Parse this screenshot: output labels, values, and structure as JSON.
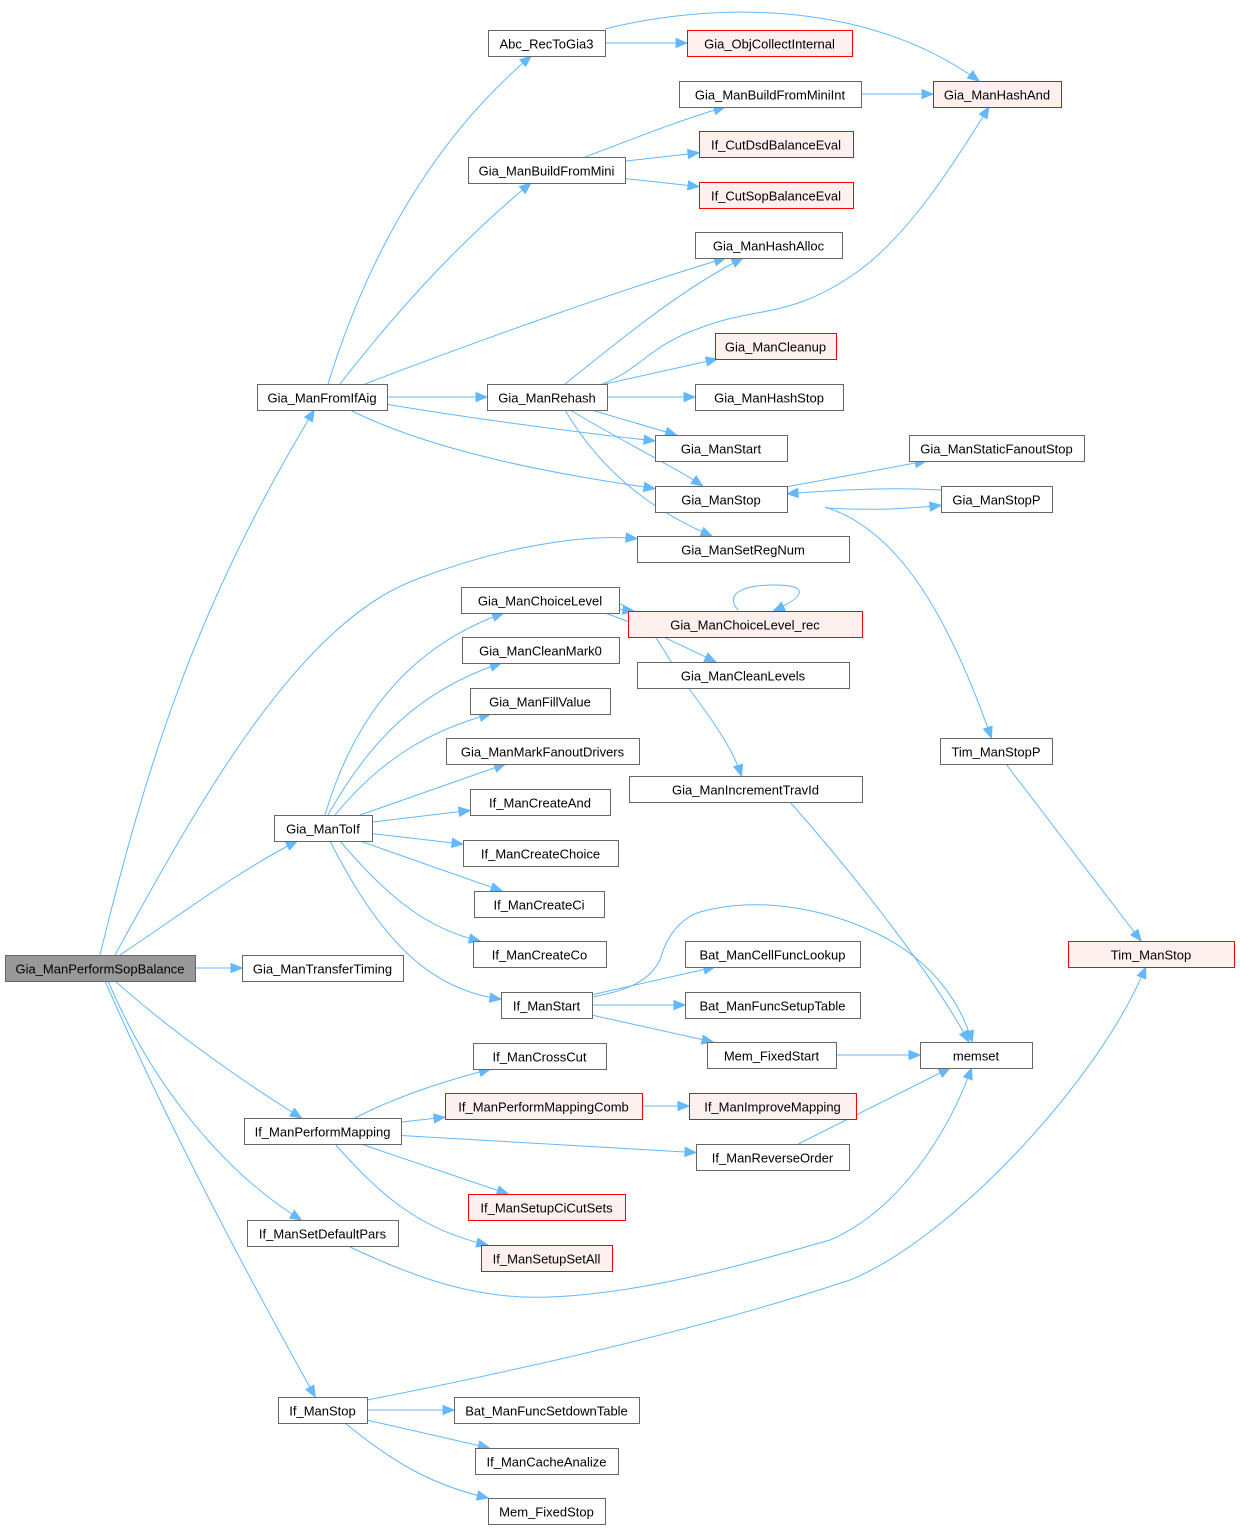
{
  "graph": {
    "title": "Gia_ManPerformSopBalance call graph",
    "colors": {
      "edge": "#63b8ff",
      "node_border": "#666666",
      "root_fill": "#999999",
      "external_fill": "#fff0f0",
      "external_border": "#ff0000"
    },
    "nodes": [
      {
        "id": "root",
        "label": "Gia_ManPerformSopBalance",
        "kind": "root"
      },
      {
        "id": "abc_rectogia3",
        "label": "Abc_RecToGia3",
        "kind": "normal"
      },
      {
        "id": "gia_objcollectinternal",
        "label": "Gia_ObjCollectInternal",
        "kind": "external"
      },
      {
        "id": "gia_manhashand",
        "label": "Gia_ManHashAnd",
        "kind": "external"
      },
      {
        "id": "gia_manbuildfromminiint",
        "label": "Gia_ManBuildFromMiniInt",
        "kind": "normal"
      },
      {
        "id": "gia_manbuildfrommini",
        "label": "Gia_ManBuildFromMini",
        "kind": "normal"
      },
      {
        "id": "if_cutdsdbalanceeval",
        "label": "If_CutDsdBalanceEval",
        "kind": "external"
      },
      {
        "id": "if_cutsopbalanceeval",
        "label": "If_CutSopBalanceEval",
        "kind": "external"
      },
      {
        "id": "gia_manhashalloc",
        "label": "Gia_ManHashAlloc",
        "kind": "normal"
      },
      {
        "id": "gia_mancleanup",
        "label": "Gia_ManCleanup",
        "kind": "external"
      },
      {
        "id": "gia_manfromifaig",
        "label": "Gia_ManFromIfAig",
        "kind": "normal"
      },
      {
        "id": "gia_manrehash",
        "label": "Gia_ManRehash",
        "kind": "normal"
      },
      {
        "id": "gia_manhashstop",
        "label": "Gia_ManHashStop",
        "kind": "normal"
      },
      {
        "id": "gia_manstart",
        "label": "Gia_ManStart",
        "kind": "normal"
      },
      {
        "id": "gia_manstaticfanoutstop",
        "label": "Gia_ManStaticFanoutStop",
        "kind": "normal"
      },
      {
        "id": "gia_manstop",
        "label": "Gia_ManStop",
        "kind": "normal"
      },
      {
        "id": "gia_manstopp",
        "label": "Gia_ManStopP",
        "kind": "normal"
      },
      {
        "id": "gia_mansetregnum",
        "label": "Gia_ManSetRegNum",
        "kind": "normal"
      },
      {
        "id": "gia_manchoicelevel",
        "label": "Gia_ManChoiceLevel",
        "kind": "normal"
      },
      {
        "id": "gia_manchoicelevel_rec",
        "label": "Gia_ManChoiceLevel_rec",
        "kind": "external"
      },
      {
        "id": "gia_mancleanmark0",
        "label": "Gia_ManCleanMark0",
        "kind": "normal"
      },
      {
        "id": "gia_mancleanlevels",
        "label": "Gia_ManCleanLevels",
        "kind": "normal"
      },
      {
        "id": "gia_manfillvalue",
        "label": "Gia_ManFillValue",
        "kind": "normal"
      },
      {
        "id": "gia_manmarkfanoutdrivers",
        "label": "Gia_ManMarkFanoutDrivers",
        "kind": "normal"
      },
      {
        "id": "tim_manstopp",
        "label": "Tim_ManStopP",
        "kind": "normal"
      },
      {
        "id": "gia_manincrementtravid",
        "label": "Gia_ManIncrementTravId",
        "kind": "normal"
      },
      {
        "id": "if_mancreateand",
        "label": "If_ManCreateAnd",
        "kind": "normal"
      },
      {
        "id": "gia_mantoif",
        "label": "Gia_ManToIf",
        "kind": "normal"
      },
      {
        "id": "if_mancreatechoice",
        "label": "If_ManCreateChoice",
        "kind": "normal"
      },
      {
        "id": "if_mancreateci",
        "label": "If_ManCreateCi",
        "kind": "normal"
      },
      {
        "id": "if_mancreateco",
        "label": "If_ManCreateCo",
        "kind": "normal"
      },
      {
        "id": "tim_manstop",
        "label": "Tim_ManStop",
        "kind": "external"
      },
      {
        "id": "gia_mantransfertiming",
        "label": "Gia_ManTransferTiming",
        "kind": "normal"
      },
      {
        "id": "bat_mancellfunclookup",
        "label": "Bat_ManCellFuncLookup",
        "kind": "normal"
      },
      {
        "id": "if_manstart",
        "label": "If_ManStart",
        "kind": "normal"
      },
      {
        "id": "bat_manfuncsetuptable",
        "label": "Bat_ManFuncSetupTable",
        "kind": "normal"
      },
      {
        "id": "mem_fixedstart",
        "label": "Mem_FixedStart",
        "kind": "normal"
      },
      {
        "id": "memset",
        "label": "memset",
        "kind": "normal"
      },
      {
        "id": "if_mancrosscut",
        "label": "If_ManCrossCut",
        "kind": "normal"
      },
      {
        "id": "if_manperformmappingcomb",
        "label": "If_ManPerformMappingComb",
        "kind": "external"
      },
      {
        "id": "if_manimprovemapping",
        "label": "If_ManImproveMapping",
        "kind": "external"
      },
      {
        "id": "if_manperformmapping",
        "label": "If_ManPerformMapping",
        "kind": "normal"
      },
      {
        "id": "if_manreverseorder",
        "label": "If_ManReverseOrder",
        "kind": "normal"
      },
      {
        "id": "if_mansetupcicutsets",
        "label": "If_ManSetupCiCutSets",
        "kind": "external"
      },
      {
        "id": "if_mansetdefaultpars",
        "label": "If_ManSetDefaultPars",
        "kind": "normal"
      },
      {
        "id": "if_mansetupsetall",
        "label": "If_ManSetupSetAll",
        "kind": "external"
      },
      {
        "id": "if_manstop",
        "label": "If_ManStop",
        "kind": "normal"
      },
      {
        "id": "bat_manfuncsetdowntable",
        "label": "Bat_ManFuncSetdownTable",
        "kind": "normal"
      },
      {
        "id": "if_mancacheanalize",
        "label": "If_ManCacheAnalize",
        "kind": "normal"
      },
      {
        "id": "mem_fixedstop",
        "label": "Mem_FixedStop",
        "kind": "normal"
      }
    ],
    "edges": [
      [
        "root",
        "gia_manfromifaig"
      ],
      [
        "root",
        "gia_mansetregnum"
      ],
      [
        "root",
        "gia_mantoif"
      ],
      [
        "root",
        "gia_mantransfertiming"
      ],
      [
        "root",
        "if_manperformmapping"
      ],
      [
        "root",
        "if_mansetdefaultpars"
      ],
      [
        "root",
        "if_manstop"
      ],
      [
        "gia_manfromifaig",
        "abc_rectogia3"
      ],
      [
        "gia_manfromifaig",
        "gia_manbuildfrommini"
      ],
      [
        "gia_manfromifaig",
        "gia_manhashalloc"
      ],
      [
        "gia_manfromifaig",
        "gia_manrehash"
      ],
      [
        "gia_manfromifaig",
        "gia_manstart"
      ],
      [
        "gia_manfromifaig",
        "gia_manstop"
      ],
      [
        "abc_rectogia3",
        "gia_objcollectinternal"
      ],
      [
        "abc_rectogia3",
        "gia_manhashand"
      ],
      [
        "gia_manbuildfrommini",
        "gia_manbuildfromminiint"
      ],
      [
        "gia_manbuildfrommini",
        "if_cutdsdbalanceeval"
      ],
      [
        "gia_manbuildfrommini",
        "if_cutsopbalanceeval"
      ],
      [
        "gia_manbuildfromminiint",
        "gia_manhashand"
      ],
      [
        "gia_manrehash",
        "gia_manhashalloc"
      ],
      [
        "gia_manrehash",
        "gia_manhashand"
      ],
      [
        "gia_manrehash",
        "gia_mancleanup"
      ],
      [
        "gia_manrehash",
        "gia_manhashstop"
      ],
      [
        "gia_manrehash",
        "gia_manstart"
      ],
      [
        "gia_manrehash",
        "gia_manstop"
      ],
      [
        "gia_manrehash",
        "gia_mansetregnum"
      ],
      [
        "gia_manstop",
        "gia_manstaticfanoutstop"
      ],
      [
        "gia_manstop",
        "gia_manstopp"
      ],
      [
        "gia_manstopp",
        "gia_manstop"
      ],
      [
        "gia_manstop",
        "tim_manstopp"
      ],
      [
        "tim_manstopp",
        "tim_manstop"
      ],
      [
        "gia_mantoif",
        "gia_manchoicelevel"
      ],
      [
        "gia_mantoif",
        "gia_mancleanmark0"
      ],
      [
        "gia_mantoif",
        "gia_manfillvalue"
      ],
      [
        "gia_mantoif",
        "gia_manmarkfanoutdrivers"
      ],
      [
        "gia_mantoif",
        "if_mancreateand"
      ],
      [
        "gia_mantoif",
        "if_mancreatechoice"
      ],
      [
        "gia_mantoif",
        "if_mancreateci"
      ],
      [
        "gia_mantoif",
        "if_mancreateco"
      ],
      [
        "gia_mantoif",
        "if_manstart"
      ],
      [
        "gia_manchoicelevel",
        "gia_manchoicelevel_rec"
      ],
      [
        "gia_manchoicelevel",
        "gia_mancleanlevels"
      ],
      [
        "gia_manchoicelevel",
        "gia_manincrementtravid"
      ],
      [
        "gia_manchoicelevel_rec",
        "gia_manchoicelevel_rec"
      ],
      [
        "gia_manincrementtravid",
        "memset"
      ],
      [
        "if_manstart",
        "memset"
      ],
      [
        "if_manstart",
        "bat_mancellfunclookup"
      ],
      [
        "if_manstart",
        "bat_manfuncsetuptable"
      ],
      [
        "if_manstart",
        "mem_fixedstart"
      ],
      [
        "mem_fixedstart",
        "memset"
      ],
      [
        "if_manperformmapping",
        "if_mancrosscut"
      ],
      [
        "if_manperformmapping",
        "if_manperformmappingcomb"
      ],
      [
        "if_manperformmapping",
        "if_manreverseorder"
      ],
      [
        "if_manperformmapping",
        "if_mansetupcicutsets"
      ],
      [
        "if_manperformmapping",
        "if_mansetupsetall"
      ],
      [
        "if_manperformmappingcomb",
        "if_manimprovemapping"
      ],
      [
        "if_manreverseorder",
        "memset"
      ],
      [
        "if_mansetdefaultpars",
        "memset"
      ],
      [
        "if_manstop",
        "tim_manstop"
      ],
      [
        "if_manstop",
        "bat_manfuncsetdowntable"
      ],
      [
        "if_manstop",
        "if_mancacheanalize"
      ],
      [
        "if_manstop",
        "mem_fixedstop"
      ]
    ]
  }
}
